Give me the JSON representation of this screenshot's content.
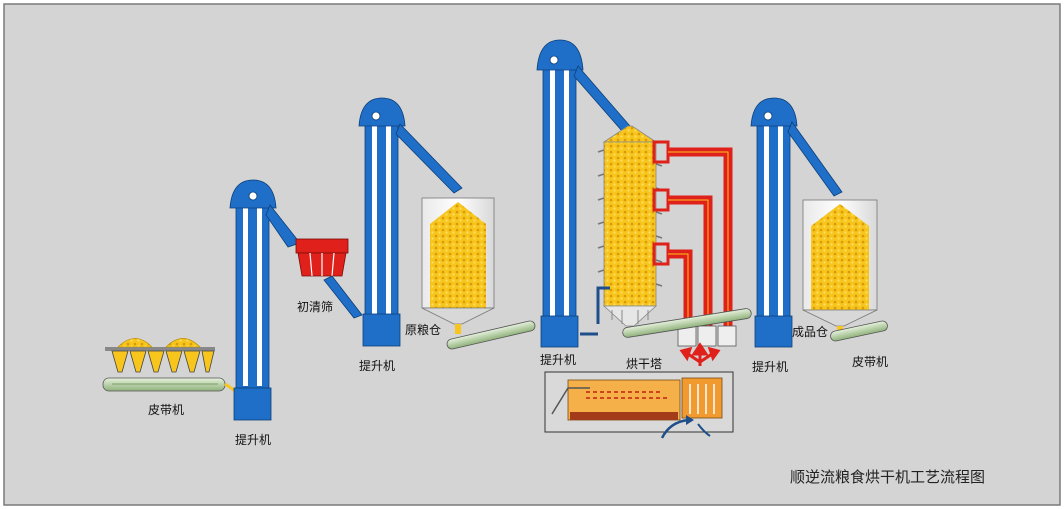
{
  "title": "顺逆流粮食烘干机工艺流程图",
  "labels": {
    "belt_left": "皮带机",
    "elevator_1": "提升机",
    "pre_cleaner": "初清筛",
    "elevator_2": "提升机",
    "raw_bin": "原粮仓",
    "elevator_3": "提升机",
    "dryer_tower": "烘干塔",
    "elevator_4": "提升机",
    "product_bin": "成品仓",
    "belt_right": "皮带机"
  },
  "colors": {
    "background": "#d4d4d4",
    "frame": "#7a7a7a",
    "machine_blue": "#1f6fc9",
    "grain_yellow": "#f7c51c",
    "hot_air_red": "#e0201a",
    "belt_green": "#b9d3a4"
  }
}
